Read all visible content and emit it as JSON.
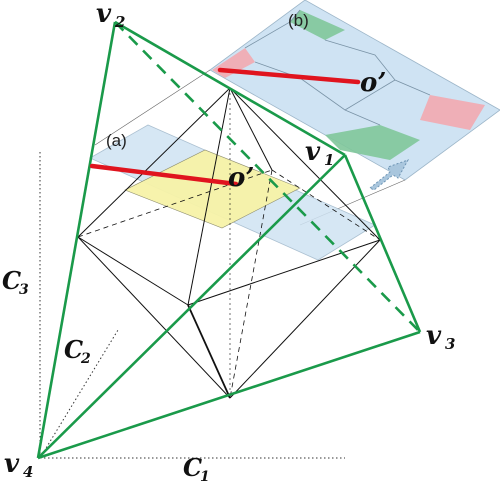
{
  "labels": {
    "v1": "v",
    "v1_sub": "1",
    "v2": "v",
    "v2_sub": "2",
    "v3": "v",
    "v3_sub": "3",
    "v4": "v",
    "v4_sub": "4",
    "c1": "C",
    "c1_sub": "1",
    "c2": "C",
    "c2_sub": "2",
    "c3": "C",
    "c3_sub": "3",
    "panel_a": "(a)",
    "panel_b": "(b)",
    "origin_a": "o’",
    "origin_b": "o’"
  },
  "colors": {
    "tetra_edge": "#1a9a4a",
    "octa_edge": "#111111",
    "red_ray": "#e0141e",
    "plane_blue": "#cfe3f3",
    "plane_yellow": "#f7f3a8",
    "plane_pink": "#f2a8b0",
    "plane_green": "#7fc79a",
    "arrow": "#a9c6dd"
  }
}
